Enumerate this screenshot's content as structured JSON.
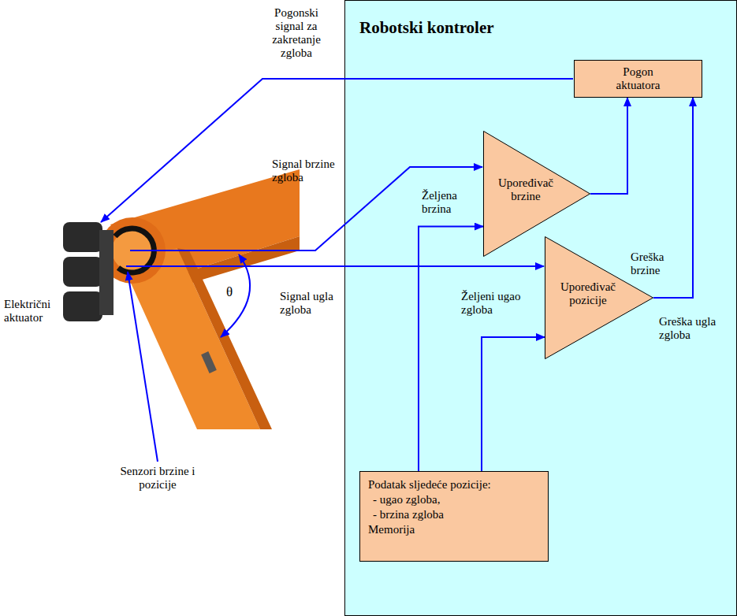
{
  "diagram": {
    "nodes": [
      {
        "text": [
          "Robotski kontroler"
        ]
      },
      {
        "text": [
          "Pogon aktuatora"
        ],
        "in": 0
      },
      {
        "text": [
          "Upoređivač brzine"
        ],
        "in": 0
      },
      {
        "text": [
          "Upoređivač pozicije"
        ],
        "in": 0
      },
      {
        "text": [
          "Podatak sljedeće pozicije:",
          "- ugao zgloba,",
          "- brzina zgloba",
          "Memorija"
        ],
        "in": 0
      }
    ],
    "edges": [
      {
        "from": 4,
        "to": 2,
        "arrow": "to",
        "label": "Željena brzina"
      },
      {
        "from": 4,
        "to": 3,
        "arrow": "to",
        "label": "Željeni ugao zgloba"
      },
      {
        "from": 2,
        "to": 1,
        "arrow": "to",
        "label": "Greška brzine"
      },
      {
        "from": 3,
        "to": 1,
        "arrow": "to",
        "label": "Greška ugla zgloba"
      }
    ],
    "labels": [
      "Pogonski signal za zakretanje zgloba",
      "Signal brzine zgloba",
      "Signal ugla zgloba",
      "Električni aktuator",
      "θ",
      "Senzori brzine i pozicije"
    ]
  }
}
